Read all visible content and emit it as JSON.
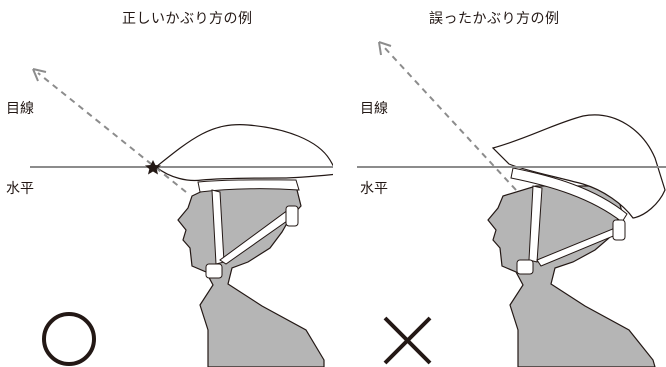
{
  "left": {
    "title": "正しいかぶり方の例",
    "sight_label": "目線",
    "horizontal_label": "水平",
    "mark": "correct-circle"
  },
  "right": {
    "title": "誤ったかぶり方の例",
    "sight_label": "目線",
    "horizontal_label": "水平",
    "mark": "incorrect-cross"
  },
  "colors": {
    "silhouette": "#b5b5b5",
    "outline": "#231815",
    "horizontal_line": "#8c8c8c",
    "sight_arrow": "#8c8c8c",
    "mark": "#231815"
  }
}
